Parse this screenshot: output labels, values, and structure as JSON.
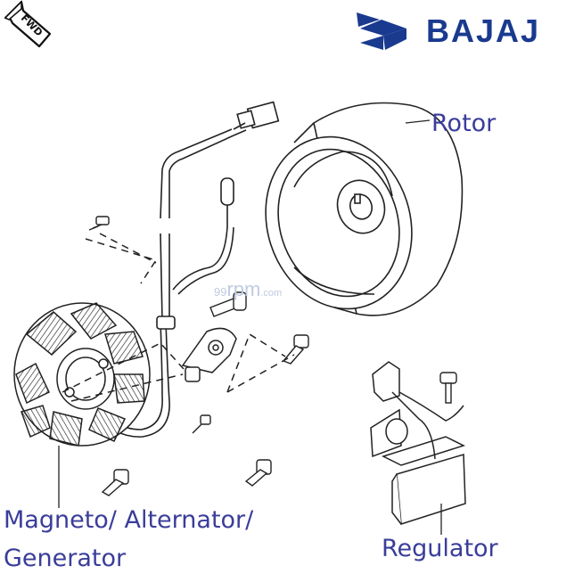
{
  "fwd_badge": "FWD",
  "brand": {
    "name": "BAJAJ",
    "color": "#1a3a8f",
    "logo_icon": "bajaj-hexagon-logo-icon"
  },
  "watermark": {
    "prefix": "99",
    "main": "rpm",
    "suffix": ".com",
    "color": "#bfcbe0"
  },
  "labels": {
    "rotor": "Rotor",
    "magneto_line1": "Magneto/ Alternator/",
    "magneto_line2": "Generator",
    "regulator": "Regulator",
    "color": "#3a3d9a"
  },
  "line_color": "#222222"
}
